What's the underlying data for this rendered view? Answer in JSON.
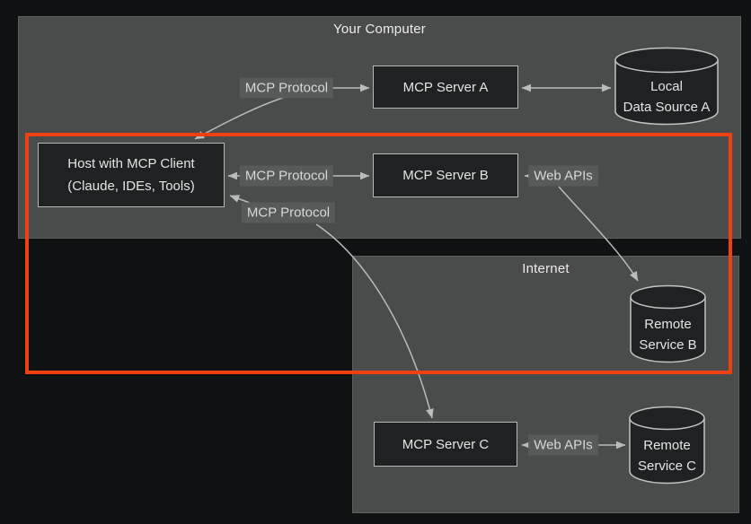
{
  "containers": {
    "your_computer": {
      "title": "Your Computer"
    },
    "internet": {
      "title": "Internet"
    }
  },
  "nodes": {
    "host": {
      "line1": "Host with MCP Client",
      "line2": "(Claude, IDEs, Tools)"
    },
    "server_a": {
      "label": "MCP Server A"
    },
    "server_b": {
      "label": "MCP Server B"
    },
    "server_c": {
      "label": "MCP Server C"
    },
    "data_source_a": {
      "line1": "Local",
      "line2": "Data Source A"
    },
    "service_b": {
      "line1": "Remote",
      "line2": "Service B"
    },
    "service_c": {
      "line1": "Remote",
      "line2": "Service C"
    }
  },
  "edge_labels": {
    "host_server_a": "MCP Protocol",
    "host_server_b": "MCP Protocol",
    "host_server_c": "MCP Protocol",
    "server_b_service_b": "Web APIs",
    "server_c_service_c": "Web APIs"
  },
  "colors": {
    "background": "#101113",
    "container_fill": "#4a4b4b",
    "node_fill": "#1f2122",
    "node_border": "#b7b9b9",
    "edge_line": "#b9bcbc",
    "edge_label_bg": "#585959",
    "text": "#e6e7e7",
    "highlight_rectangle": "#ee4012"
  }
}
